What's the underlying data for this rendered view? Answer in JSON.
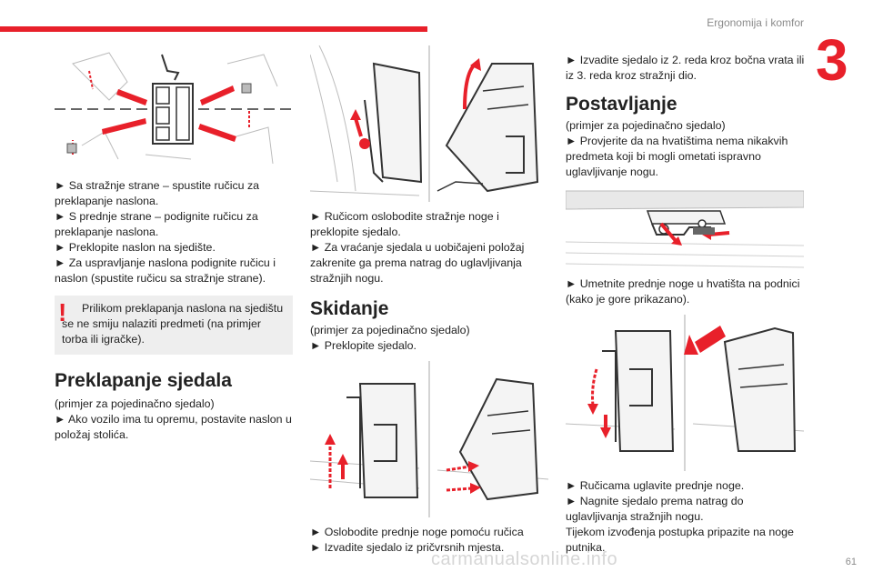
{
  "header": {
    "section_title": "Ergonomija i komfor",
    "chapter_number": "3",
    "page_number": "61"
  },
  "watermark": "carmanualsonline.info",
  "colors": {
    "accent": "#e8202a",
    "text": "#222222",
    "muted": "#8b8b8b",
    "note_bg": "#eeeeee"
  },
  "left_column": {
    "steps": [
      "► Sa stražnje strane – spustite ručicu za preklapanje naslona.",
      "► S prednje strane – podignite ručicu za preklapanje naslona.",
      "► Preklopite naslon na sjedište.",
      "► Za uspravljanje naslona podignite ručicu i naslon (spustite ručicu sa stražnje strane)."
    ],
    "warning_icon": "exclamation-icon",
    "warning": "Prilikom preklapanja naslona na sjedištu se ne smiju nalaziti predmeti (na primjer torba ili igračke).",
    "section_title": "Preklapanje sjedala",
    "section_lines": [
      "(primjer za pojedinačno sjedalo)",
      "► Ako vozilo ima tu opremu, postavite naslon u položaj stolića."
    ]
  },
  "middle_column": {
    "steps_top": [
      "► Ručicom oslobodite stražnje noge i preklopite sjedalo.",
      "► Za vraćanje sjedala u uobičajeni položaj zakrenite ga prema natrag do uglavljivanja stražnjih nogu."
    ],
    "section_title": "Skidanje",
    "section_lines": [
      "(primjer za pojedinačno sjedalo)",
      "► Preklopite sjedalo."
    ],
    "steps_bottom": [
      "► Oslobodite prednje noge pomoću ručica",
      "► Izvadite sjedalo iz pričvrsnih mjesta."
    ]
  },
  "right_column": {
    "intro": "► Izvadite sjedalo iz 2. reda kroz bočna vrata ili iz 3. reda kroz stražnji dio.",
    "section_title": "Postavljanje",
    "section_lines": [
      "(primjer za pojedinačno sjedalo)",
      "► Provjerite da na hvatištima nema nikakvih predmeta koji bi mogli ometati ispravno uglavljivanje nogu."
    ],
    "step_middle": "► Umetnite prednje noge u hvatišta na podnici (kako je gore prikazano).",
    "steps_bottom": [
      "► Ručicama uglavite prednje noge.",
      "► Nagnite sjedalo prema natrag do uglavljivanja stražnjih nogu.",
      "Tijekom izvođenja postupka pripazite na noge putnika."
    ]
  }
}
